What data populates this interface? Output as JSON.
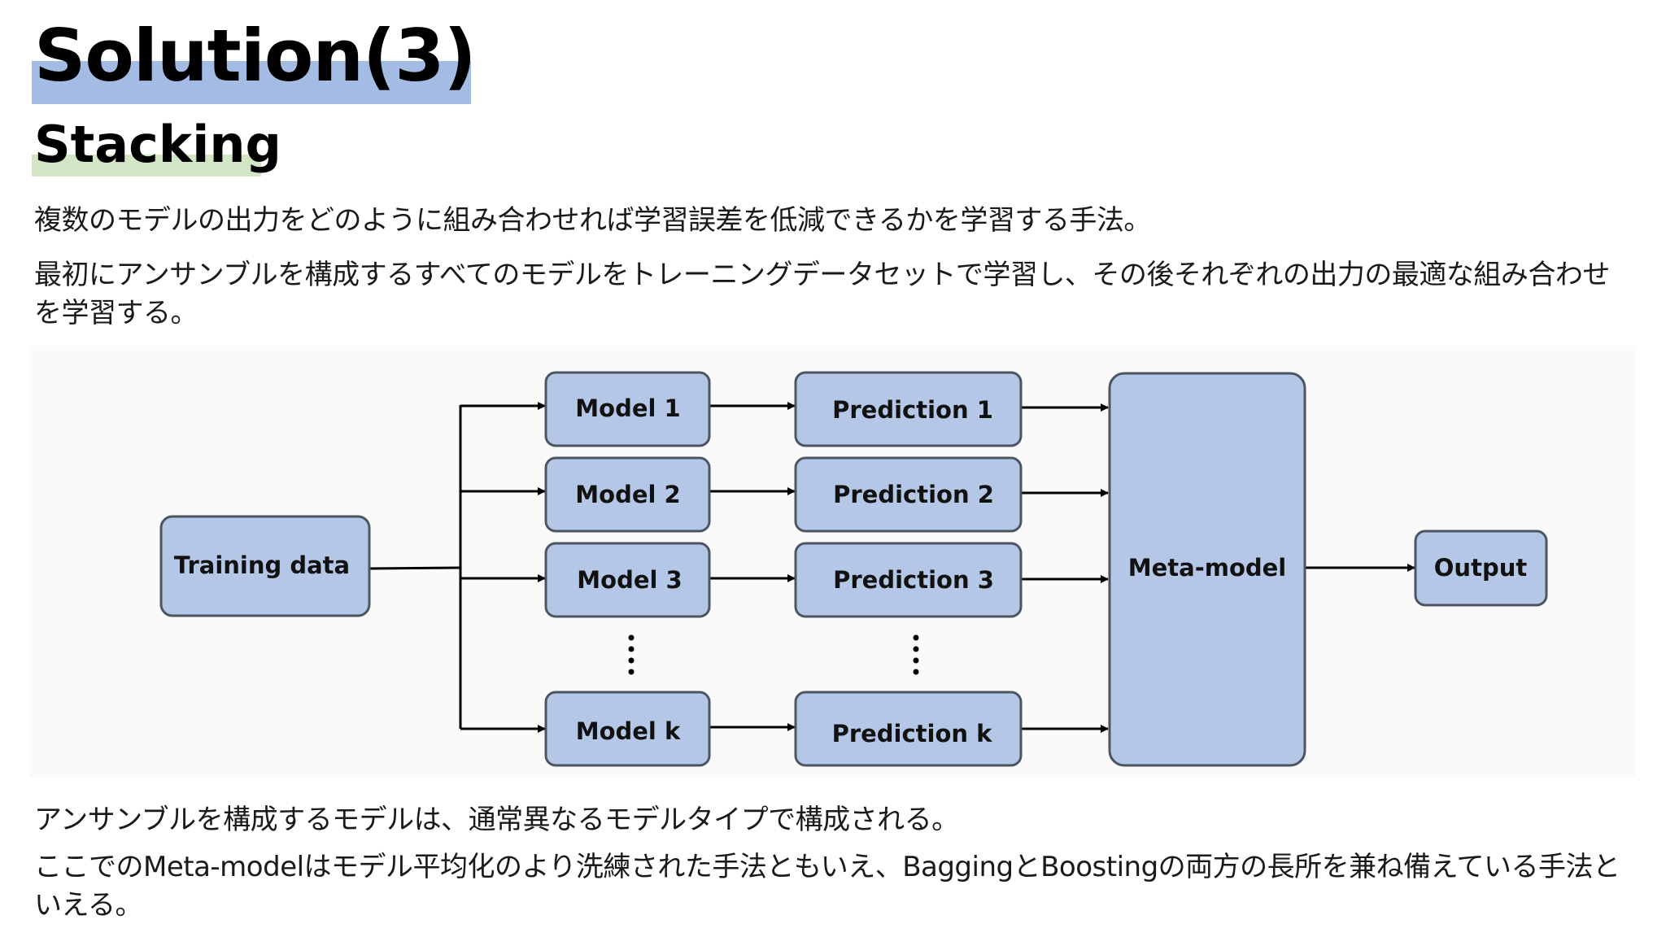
{
  "title": "Solution(3)",
  "subtitle": "Stacking",
  "paragraphs": {
    "p1": "複数のモデルの出力をどのように組み合わせれば学習誤差を低減できるかを学習する手法。",
    "p2": "最初にアンサンブルを構成するすべてのモデルをトレーニングデータセットで学習し、その後それぞれの出力の最適な組み合わせを学習する。",
    "p3": "アンサンブルを構成するモデルは、通常異なるモデルタイプで構成される。",
    "p4": "ここでのMeta-modelはモデル平均化のより洗練された手法ともいえ、BaggingとBoostingの両方の長所を兼ね備えている手法といえる。"
  },
  "diagram": {
    "training": "Training data",
    "models": [
      "Model 1",
      "Model 2",
      "Model 3",
      "Model k"
    ],
    "predictions": [
      "Prediction 1",
      "Prediction 2",
      "Prediction 3",
      "Prediction k"
    ],
    "meta": "Meta-model",
    "output": "Output"
  },
  "colors": {
    "title_highlight": "#a4bbe3",
    "subtitle_highlight": "#d2e6c6",
    "node_fill": "#b4c7e7",
    "node_stroke": "#4d5563"
  }
}
